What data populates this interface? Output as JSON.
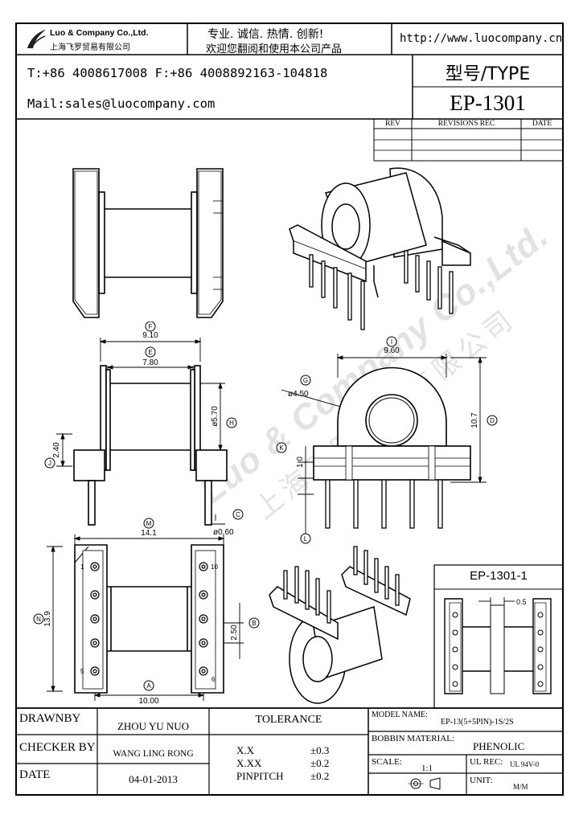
{
  "header": {
    "company_en": "Luo & Company Co.,Ltd.",
    "company_cn": "上海飞罗贸易有限公司",
    "slogan_line1": "专业. 诚信. 热情. 创新!",
    "slogan_line2": "欢迎您翻阅和使用本公司产品",
    "url": "http://www.luocompany.cn",
    "phone_fax": "T:+86 4008617008 F:+86 4008892163-104818",
    "email": "Mail:sales@luocompany.com",
    "type_label": "型号/TYPE",
    "model_number": "EP-1301"
  },
  "revisions": {
    "headers": [
      "REV",
      "REVISIONS REC",
      "DATE"
    ]
  },
  "watermark": {
    "en": "Luo & Company Co.,Ltd.",
    "cn": "上海飞罗贸易有限公司"
  },
  "dimensions": {
    "F_label": "F",
    "F_value": "9.10",
    "E_label": "E",
    "E_value": "7.80",
    "H_label": "H",
    "H_value": "ø5.70",
    "J_label": "J",
    "J_value": "2.40",
    "C_label": "C",
    "C_value": "ø0.60",
    "I_label": "I",
    "I_value": "9.60",
    "G_label": "G",
    "G_value": "ø4.50",
    "D_label": "D",
    "D_value": "10.7",
    "K_label": "K",
    "K_value": "1.0",
    "L_label": "L",
    "M_label": "M",
    "M_value": "14.1",
    "N_label": "N",
    "N_value": "13.9",
    "B_label": "B",
    "B_value": "2.50",
    "A_label": "A",
    "A_value": "10.00"
  },
  "pins": {
    "p1": "1",
    "p5": "5",
    "p6": "6",
    "p10": "10"
  },
  "inset": {
    "title": "EP-1301-1",
    "dim_value": "0.5"
  },
  "title_block": {
    "drawnby_label": "DRAWNBY",
    "drawnby_value": "ZHOU YU NUO",
    "checker_label": "CHECKER BY",
    "checker_value": "WANG LING RONG",
    "date_label": "DATE",
    "date_value": "04-01-2013",
    "tolerance_label": "TOLERANCE",
    "tol_rows": [
      {
        "key": "X.X",
        "value": "±0.3"
      },
      {
        "key": "X.XX",
        "value": "±0.2"
      },
      {
        "key": "PINPITCH",
        "value": "±0.2"
      }
    ],
    "model_name_label": "MODEL NAME:",
    "model_name_value": "EP-13(5+5PIN)-1S/2S",
    "bobbin_label": "BOBBIN MATERIAL:",
    "bobbin_value": "PHENOLIC",
    "scale_label": "SCALE:",
    "scale_value": "1:1",
    "ul_label": "UL REC:",
    "ul_value": "UL 94V-0",
    "unit_label": "UNIT:",
    "unit_value": "M/M"
  },
  "colors": {
    "line": "#000000",
    "watermark": "#c8ccd2",
    "shade": "#d9d9d9"
  }
}
